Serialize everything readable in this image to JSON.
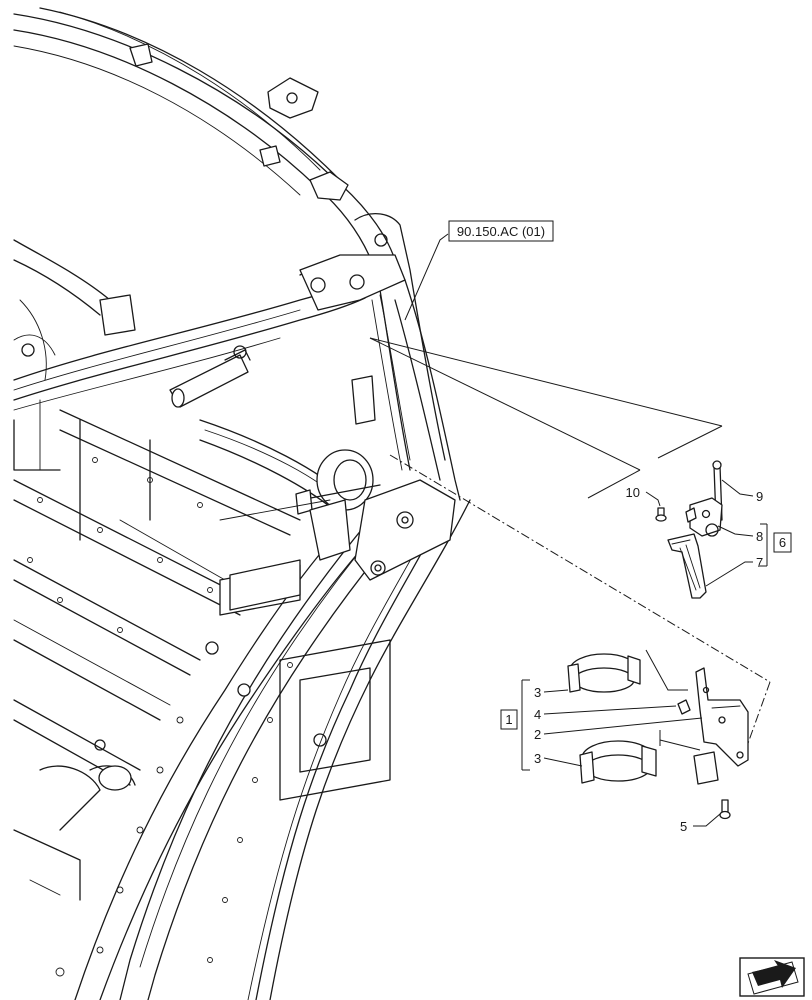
{
  "reference": {
    "text": "90.150.AC (01)"
  },
  "callouts": [
    {
      "id": "c10",
      "text": "10"
    },
    {
      "id": "c9",
      "text": "9"
    },
    {
      "id": "c8",
      "text": "8"
    },
    {
      "id": "c7",
      "text": "7"
    },
    {
      "id": "c3a",
      "text": "3"
    },
    {
      "id": "c4",
      "text": "4"
    },
    {
      "id": "c2",
      "text": "2"
    },
    {
      "id": "c3b",
      "text": "3"
    },
    {
      "id": "c5",
      "text": "5"
    }
  ],
  "groups": [
    {
      "id": "g6",
      "text": "6"
    },
    {
      "id": "g1",
      "text": "1"
    }
  ],
  "nav_icon": {
    "name": "next-page-arrow-icon"
  }
}
